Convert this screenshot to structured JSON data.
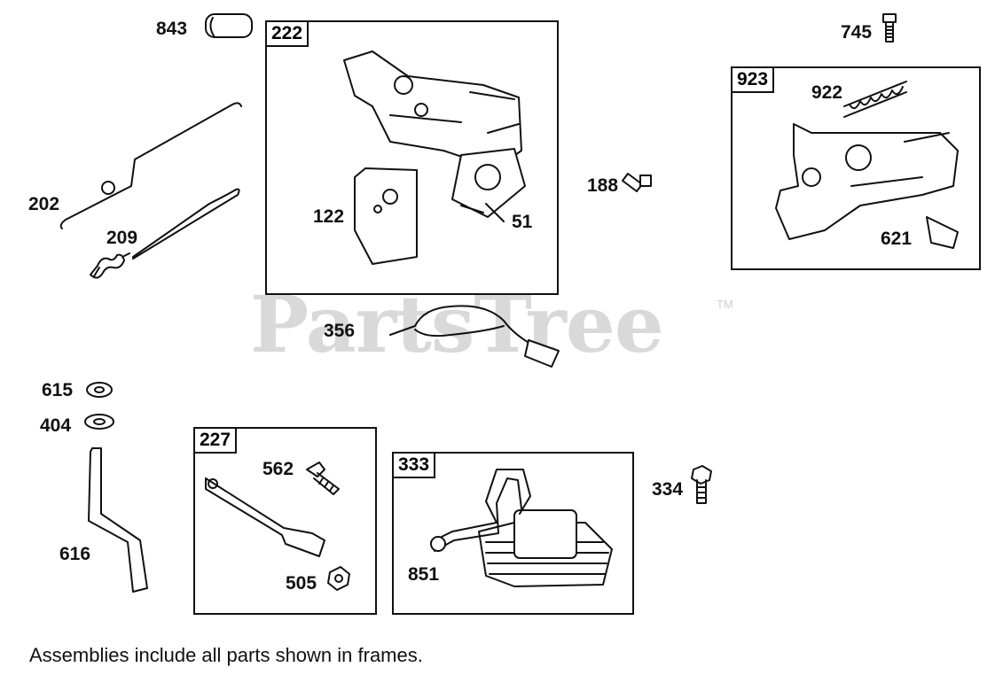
{
  "watermark": {
    "text": "PartsTree",
    "trademark": "TM"
  },
  "frames": {
    "f222": "222",
    "f923": "923",
    "f227": "227",
    "f333": "333"
  },
  "parts": {
    "p843": "843",
    "p745": "745",
    "p202": "202",
    "p209": "209",
    "p122": "122",
    "p51": "51",
    "p188": "188",
    "p922": "922",
    "p621": "621",
    "p356": "356",
    "p615": "615",
    "p404": "404",
    "p616": "616",
    "p562": "562",
    "p505": "505",
    "p851": "851",
    "p334": "334"
  },
  "footnote": "Assemblies include all parts shown in frames."
}
